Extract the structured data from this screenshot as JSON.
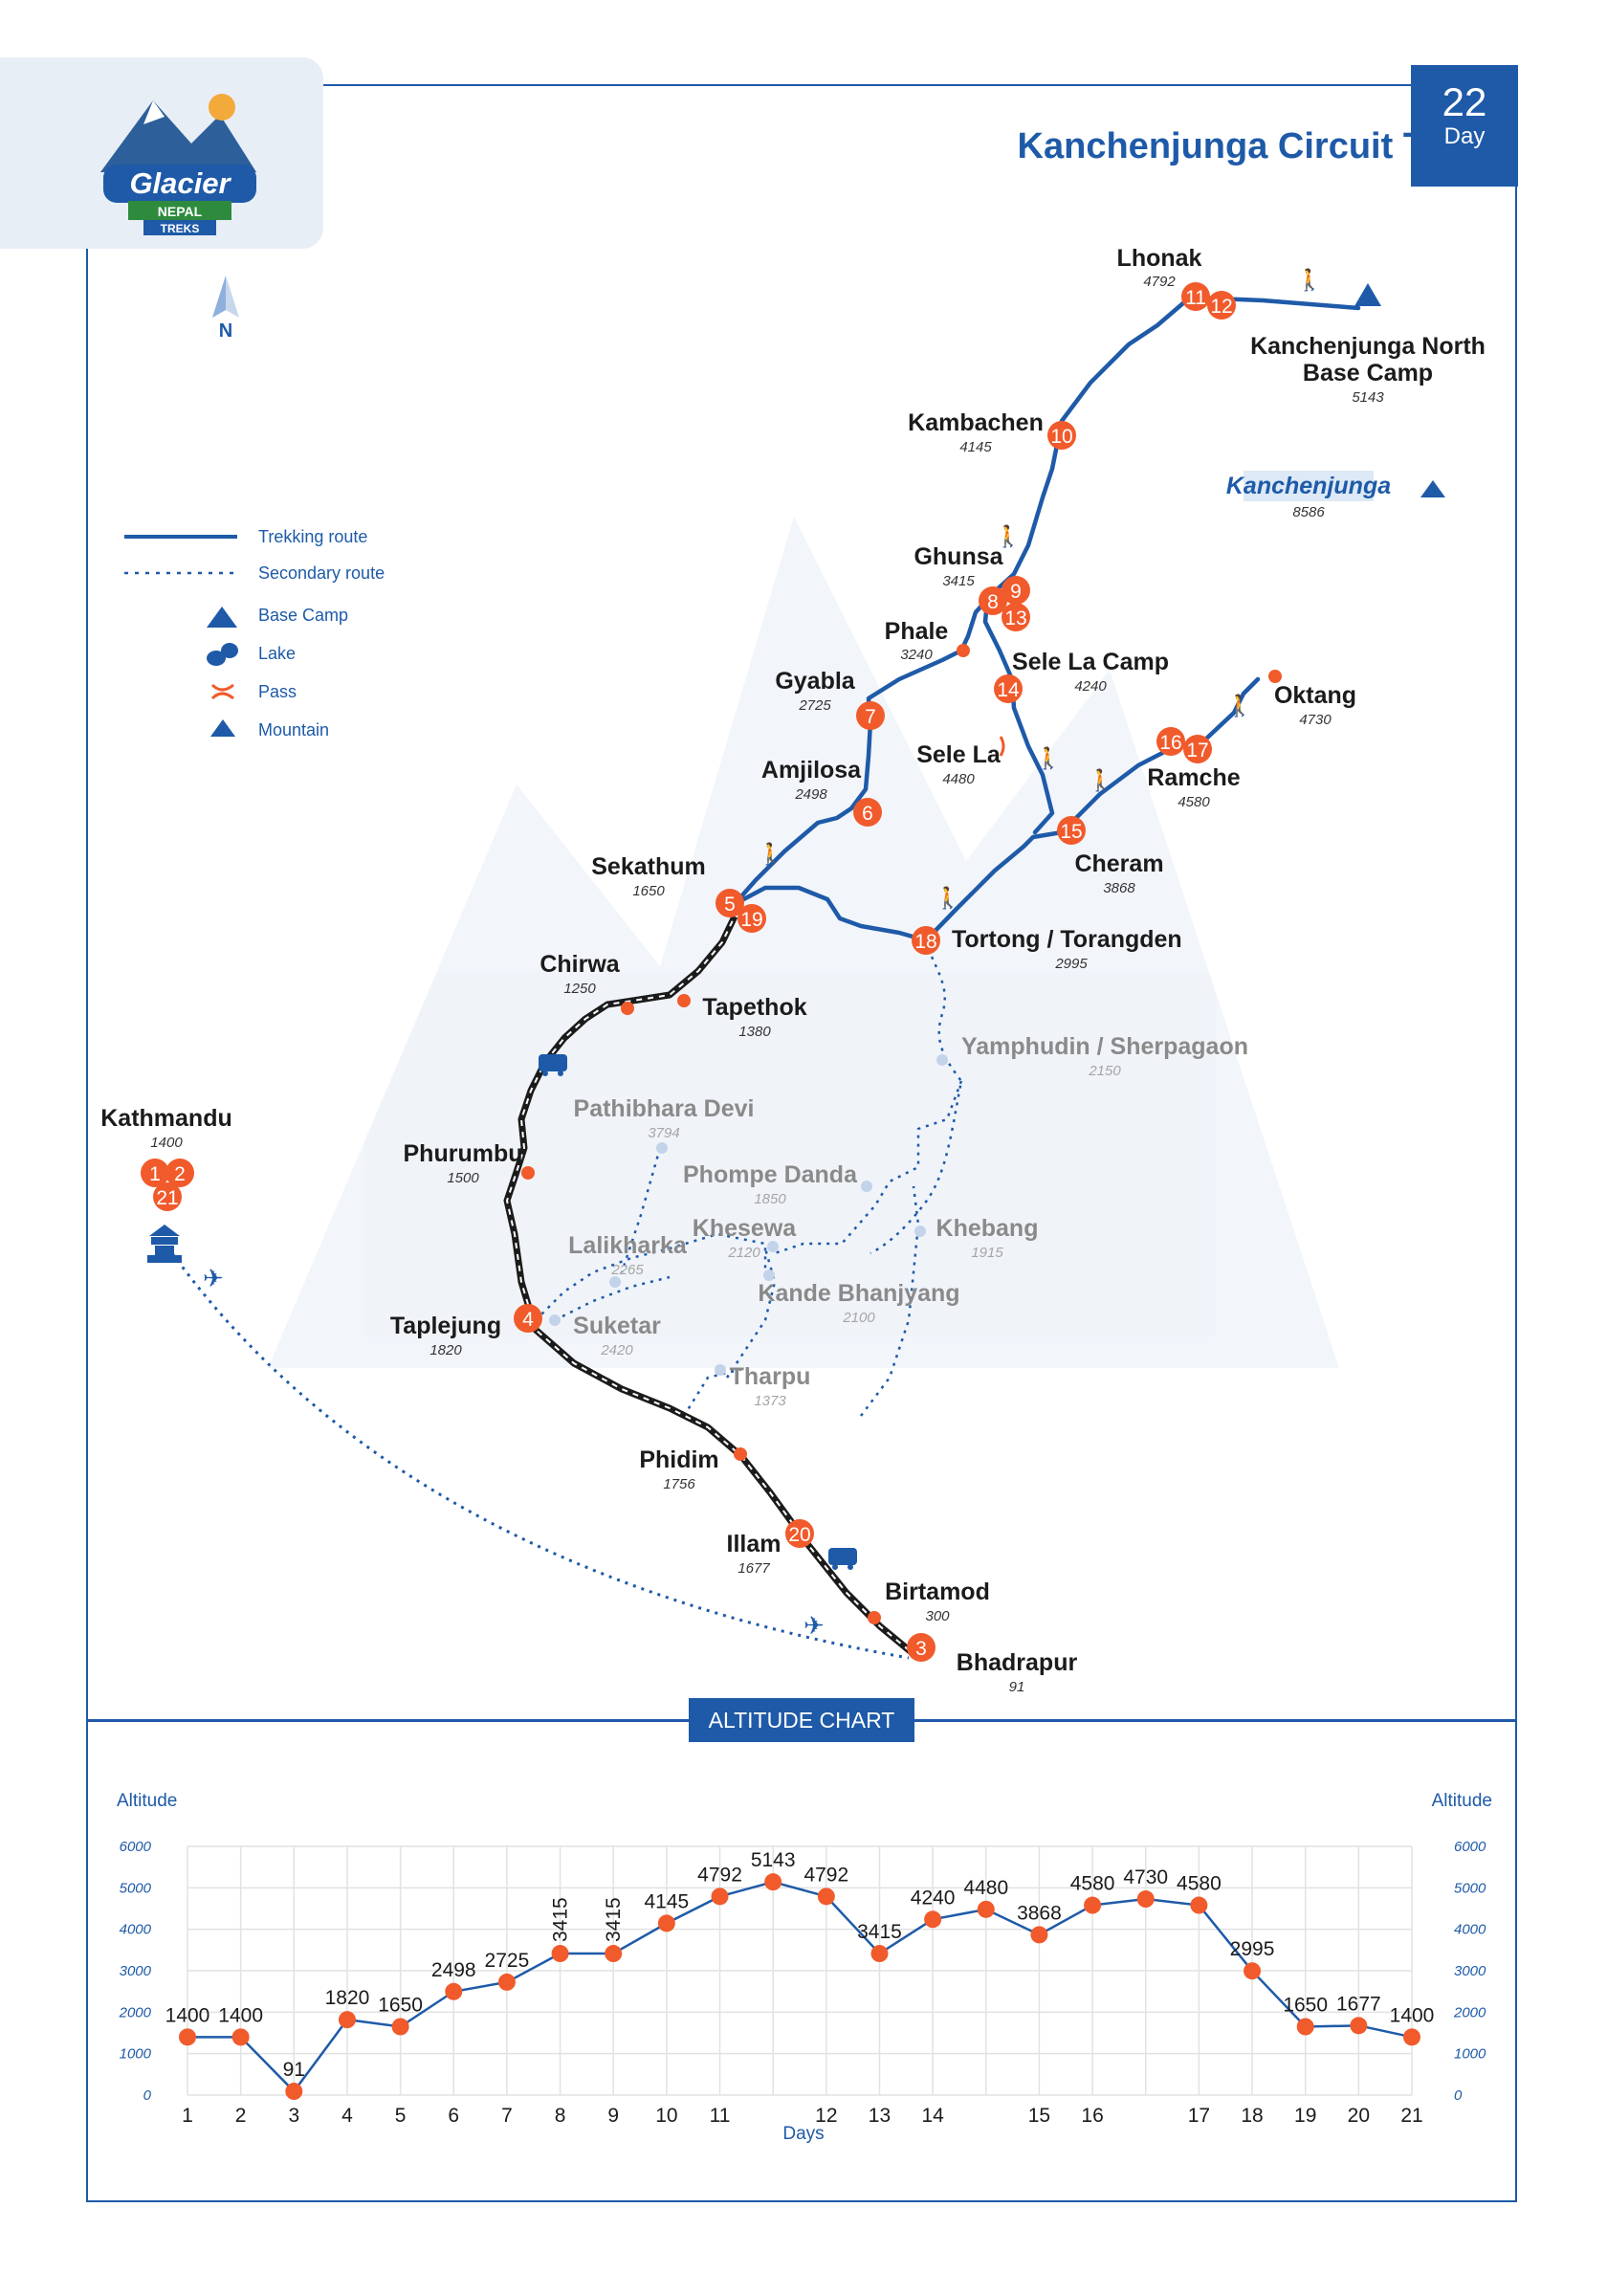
{
  "header": {
    "title": "Kanchenjunga Circuit Trek",
    "day_count": "22",
    "day_label": "Day",
    "logo": {
      "line1": "Glacier",
      "line2": "NEPAL",
      "line3": "TREKS"
    }
  },
  "north_label": "N",
  "legend": [
    {
      "label": "Trekking route",
      "icon": "solid-line"
    },
    {
      "label": "Secondary route",
      "icon": "dotted-line"
    },
    {
      "label": "Base Camp",
      "icon": "tent-icon"
    },
    {
      "label": "Lake",
      "icon": "lake-icon"
    },
    {
      "label": "Pass",
      "icon": "pass-icon"
    },
    {
      "label": "Mountain",
      "icon": "mountain-icon"
    }
  ],
  "places": {
    "lhonak": {
      "name": "Lhonak",
      "alt": "4792",
      "days": [
        "11",
        "12"
      ]
    },
    "knbc": {
      "name1": "Kanchenjunga North",
      "name2": "Base Camp",
      "alt": "5143"
    },
    "kambachen": {
      "name": "Kambachen",
      "alt": "4145",
      "days": [
        "10"
      ]
    },
    "kanchenjunga": {
      "name": "Kanchenjunga",
      "alt": "8586"
    },
    "ghunsa": {
      "name": "Ghunsa",
      "alt": "3415",
      "days": [
        "8",
        "9",
        "13"
      ]
    },
    "phale": {
      "name": "Phale",
      "alt": "3240"
    },
    "gyabla": {
      "name": "Gyabla",
      "alt": "2725",
      "days": [
        "7"
      ]
    },
    "selelacamp": {
      "name": "Sele La Camp",
      "alt": "4240",
      "days": [
        "14"
      ]
    },
    "oktang": {
      "name": "Oktang",
      "alt": "4730"
    },
    "selela": {
      "name": "Sele La",
      "alt": "4480"
    },
    "amjilosa": {
      "name": "Amjilosa",
      "alt": "2498",
      "days": [
        "6"
      ]
    },
    "ramche": {
      "name": "Ramche",
      "alt": "4580",
      "days": [
        "16",
        "17"
      ]
    },
    "cheram": {
      "name": "Cheram",
      "alt": "3868",
      "days": [
        "15"
      ]
    },
    "sekathum": {
      "name": "Sekathum",
      "alt": "1650",
      "days": [
        "5",
        "19"
      ]
    },
    "tortong": {
      "name": "Tortong / Torangden",
      "alt": "2995",
      "days": [
        "18"
      ]
    },
    "chirwa": {
      "name": "Chirwa",
      "alt": "1250"
    },
    "tapethok": {
      "name": "Tapethok",
      "alt": "1380"
    },
    "yamphudin": {
      "name": "Yamphudin / Sherpagaon",
      "alt": "2150"
    },
    "kathmandu": {
      "name": "Kathmandu",
      "alt": "1400",
      "days": [
        "1",
        "2",
        "21"
      ]
    },
    "pathibhara": {
      "name": "Pathibhara Devi",
      "alt": "3794"
    },
    "phurumbu": {
      "name": "Phurumbu",
      "alt": "1500"
    },
    "phompe": {
      "name": "Phompe Danda",
      "alt": "1850"
    },
    "khesewa": {
      "name": "Khesewa",
      "alt": "2120"
    },
    "khebang": {
      "name": "Khebang",
      "alt": "1915"
    },
    "lalikharka": {
      "name": "Lalikharka",
      "alt": "2265"
    },
    "kande": {
      "name": "Kande Bhanjyang",
      "alt": "2100"
    },
    "taplejung": {
      "name": "Taplejung",
      "alt": "1820",
      "days": [
        "4"
      ]
    },
    "suketar": {
      "name": "Suketar",
      "alt": "2420"
    },
    "tharpu": {
      "name": "Tharpu",
      "alt": "1373"
    },
    "phidim": {
      "name": "Phidim",
      "alt": "1756"
    },
    "illam": {
      "name": "Illam",
      "alt": "1677",
      "days": [
        "20"
      ]
    },
    "birtamod": {
      "name": "Birtamod",
      "alt": "300"
    },
    "bhadrapur": {
      "name": "Bhadrapur",
      "alt": "91",
      "days": [
        "3"
      ]
    }
  },
  "altitude_chart": {
    "title": "ALTITUDE CHART",
    "ylabel_left": "Altitude",
    "ylabel_right": "Altitude",
    "xlabel": "Days"
  },
  "chart_data": {
    "type": "line",
    "title": "ALTITUDE CHART",
    "xlabel": "Days",
    "ylabel": "Altitude",
    "ylim": [
      0,
      6000
    ],
    "yticks": [
      "0",
      "1000",
      "2000",
      "3000",
      "4000",
      "5000",
      "6000"
    ],
    "xticks": [
      "1",
      "2",
      "3",
      "4",
      "5",
      "6",
      "7",
      "8",
      "9",
      "10",
      "11",
      "",
      "12",
      "13",
      "14",
      "",
      "15",
      "16",
      "",
      "17",
      "18",
      "19",
      "20",
      "21"
    ],
    "series": [
      {
        "values": [
          1400,
          1400,
          91,
          1820,
          1650,
          2498,
          2725,
          3415,
          3415,
          4145,
          4792,
          5143,
          4792,
          3415,
          4240,
          4480,
          3868,
          4580,
          4730,
          4580,
          2995,
          1650,
          1677,
          1400
        ]
      }
    ],
    "grid": true,
    "line_color": "#1e5aa8",
    "marker_color": "#f15a2b"
  },
  "colors": {
    "route": "#1e5aa8",
    "marker": "#f15a2b",
    "frame": "#1e5aa8"
  }
}
